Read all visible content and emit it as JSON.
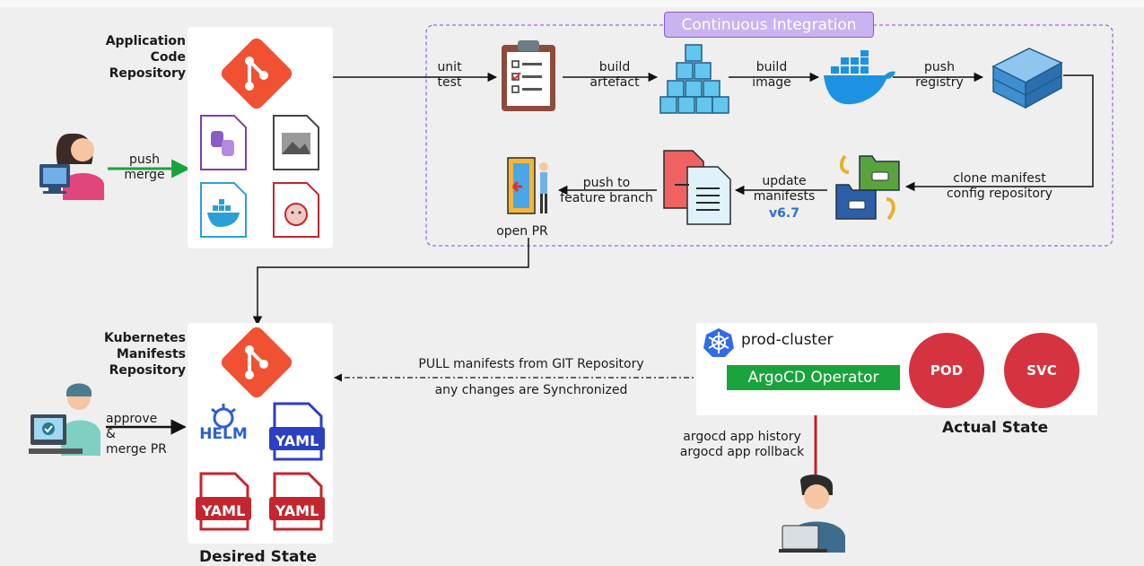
{
  "diagram": {
    "app_repo": {
      "label": "Application\nCode\nRepository",
      "push_label": "push\nmerge"
    },
    "ci": {
      "title": "Continuous Integration",
      "steps": {
        "unit_test": "unit\ntest",
        "build_artefact": "build\nartefact",
        "build_image": "build\nimage",
        "push_registry": "push\nregistry",
        "clone_manifest": "clone manifest\nconfig repository",
        "update_manifests": "update\nmanifests",
        "version": "v6.7",
        "push_feature": "push to\nfeature branch",
        "open_pr": "open PR"
      }
    },
    "k8s_repo": {
      "label": "Kubernetes\nManifests\nRepository",
      "approve_label": "approve &\nmerge PR",
      "desired_state": "Desired State"
    },
    "file_icons": {
      "helm": "HELM",
      "yaml1": "YAML",
      "yaml2": "YAML",
      "yaml3": "YAML"
    },
    "sync": {
      "line1": "PULL manifests from GIT Repository",
      "line2": "any changes are Synchronized"
    },
    "cluster": {
      "name": "prod-cluster",
      "operator": "ArgoCD Operator",
      "pod": "POD",
      "svc": "SVC",
      "actual_state": "Actual State"
    },
    "commands": "argocd app history\nargocd app rollback",
    "colors": {
      "git": "#f05133",
      "ci_border": "#9b6bd6",
      "green_arrow": "#1aa33c",
      "operator_green": "#1aa33c",
      "red_circle": "#d63341",
      "red_arrow": "#c2202a",
      "version_blue": "#2a6fd6"
    }
  }
}
